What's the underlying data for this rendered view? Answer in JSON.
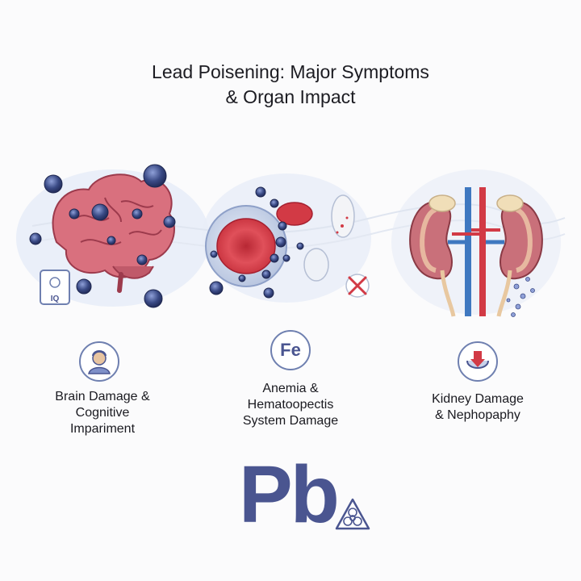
{
  "title": {
    "line1": "Lead Poisening: Major Symptoms",
    "line2": "& Organ Impact"
  },
  "panels": [
    {
      "id": "brain",
      "icon": "person-head-icon",
      "badge_text": "IQ",
      "caption_lines": [
        "Brain Damage &",
        "Cognitive",
        "Impariment"
      ]
    },
    {
      "id": "blood",
      "icon": "iron-element-icon",
      "icon_text": "Fe",
      "caption_lines": [
        "Anemia &",
        "Hematoopectis",
        "System Damage"
      ]
    },
    {
      "id": "kidney",
      "icon": "kidney-warning-icon",
      "caption_lines": [
        "Kidney Damage",
        "& Nephopaphy"
      ]
    }
  ],
  "element_symbol": "Pb",
  "hazard_icon": "biohazard-icon",
  "colors": {
    "accent": "#4a5590",
    "brain": "#d9707e",
    "blood": "#d23a45",
    "vein": "#3f78c0",
    "artery": "#d23a45",
    "particle": "#3a4a85"
  }
}
